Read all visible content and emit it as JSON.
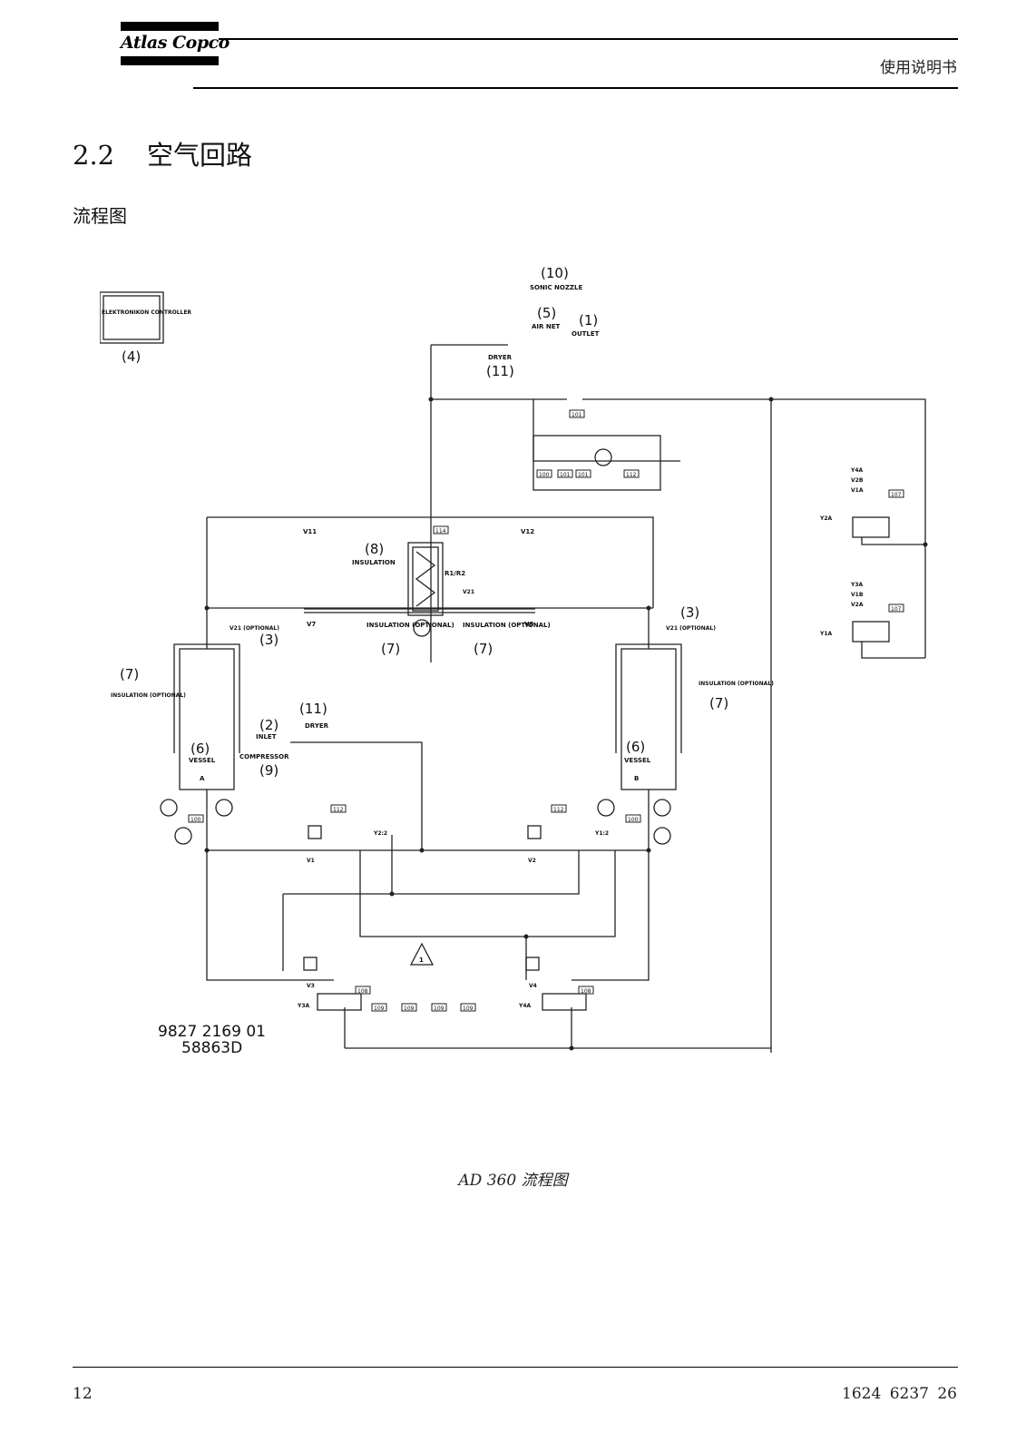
{
  "header": {
    "brand": "Atlas Copco",
    "doc_title": "使用说明书"
  },
  "section": {
    "number": "2.2",
    "title": "空气回路",
    "subheading": "流程图"
  },
  "diagram": {
    "labels": {
      "controller": "ELEKTRONIKON CONTROLLER",
      "controller_ref": "(4)",
      "sonic_nozzle_ref": "(10)",
      "sonic_nozzle": "SONIC NOZZLE",
      "air_net_ref": "(5)",
      "air_net": "AIR NET",
      "outlet_ref": "(1)",
      "outlet": "OUTLET",
      "dryer_top": "DRYER",
      "dryer_top_ref": "(11)",
      "insulation_heater_ref": "(8)",
      "insulation_heater": "INSULATION",
      "heater": "R1/R2",
      "v11": "V11",
      "v12": "V12",
      "v7": "V7",
      "v8": "V8",
      "v21_mid": "V21",
      "ins_opt_left": "INSULATION (OPTIONAL)",
      "ins_opt_left_ref": "(7)",
      "ins_opt_right": "INSULATION (OPTIONAL)",
      "ins_opt_right_ref": "(7)",
      "v21_left": "V21 (OPTIONAL)",
      "v21_left_ref": "(3)",
      "v21_right": "V21 (OPTIONAL)",
      "v21_right_ref": "(3)",
      "ins_vessel_left_ref": "(7)",
      "ins_vessel_left": "INSULATION (OPTIONAL)",
      "ins_vessel_right": "INSULATION (OPTIONAL)",
      "ins_vessel_right_ref": "(7)",
      "dryer_mid_ref": "(11)",
      "dryer_mid": "DRYER",
      "inlet_ref": "(2)",
      "inlet": "INLET",
      "compressor": "COMPRESSOR",
      "compressor_ref": "(9)",
      "vessel_a_ref": "(6)",
      "vessel_a": "VESSEL",
      "vessel_a_letter": "A",
      "vessel_b_ref": "(6)",
      "vessel_b": "VESSEL",
      "vessel_b_letter": "B",
      "y4a_top": "Y4A",
      "v2b_top": "V2B",
      "v1a_top": "V1A",
      "y2a": "Y2A",
      "y3a_top": "Y3A",
      "v1b_top": "V1B",
      "v2a_top": "V2A",
      "y1a": "Y1A",
      "v1": "V1",
      "v2": "V2",
      "v3": "V3",
      "v4": "V4",
      "y3a": "Y3A",
      "y4a": "Y4A",
      "y2_2": "Y2:2",
      "y1_2": "Y1:2",
      "warning_num": "1",
      "drawing_number": "9827 2169 01",
      "drawing_code": "58863D"
    },
    "ref_boxes": [
      "101",
      "101",
      "100",
      "101",
      "112",
      "107",
      "107",
      "114",
      "100",
      "100",
      "112",
      "112",
      "108",
      "108",
      "109",
      "109",
      "109",
      "109"
    ]
  },
  "caption": "AD 360 流程图",
  "footer": {
    "page_number": "12",
    "doc_number": "1624 6237 26"
  }
}
